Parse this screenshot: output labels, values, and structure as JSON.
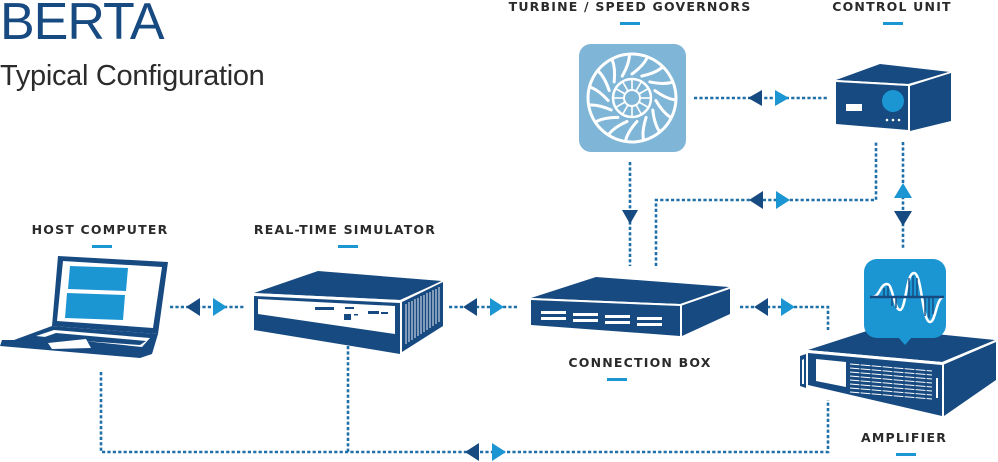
{
  "header": {
    "title": "BERTA",
    "subtitle": "Typical Configuration"
  },
  "components": {
    "turbine": {
      "label": "TURBINE / SPEED GOVERNORS",
      "icon": "turbine-icon"
    },
    "control_unit": {
      "label": "CONTROL UNIT",
      "icon": "control-unit-icon"
    },
    "host_computer": {
      "label": "HOST COMPUTER",
      "icon": "laptop-icon"
    },
    "simulator": {
      "label": "REAL-TIME SIMULATOR",
      "icon": "simulator-icon"
    },
    "connection_box": {
      "label": "CONNECTION BOX",
      "icon": "connection-box-icon"
    },
    "amplifier": {
      "label": "AMPLIFIER",
      "icon": "amplifier-icon",
      "badge_icon": "waveform-icon"
    }
  },
  "connections": [
    {
      "from": "turbine",
      "to": "control_unit",
      "type": "bidirectional"
    },
    {
      "from": "turbine",
      "to": "connection_box",
      "type": "unidirectional"
    },
    {
      "from": "connection_box",
      "to": "control_unit",
      "type": "bidirectional"
    },
    {
      "from": "control_unit",
      "to": "amplifier",
      "type": "bidirectional"
    },
    {
      "from": "host_computer",
      "to": "simulator",
      "type": "bidirectional"
    },
    {
      "from": "simulator",
      "to": "connection_box",
      "type": "bidirectional"
    },
    {
      "from": "connection_box",
      "to": "amplifier",
      "type": "bidirectional"
    },
    {
      "from": "host_computer",
      "to": "amplifier",
      "type": "bidirectional",
      "via": "bottom-bus"
    }
  ],
  "colors": {
    "brand_dark": "#174a80",
    "accent": "#1c95d3",
    "turbine_bg": "#7fb5d6",
    "line": "#1f6fa8",
    "text": "#2a2a2a"
  }
}
